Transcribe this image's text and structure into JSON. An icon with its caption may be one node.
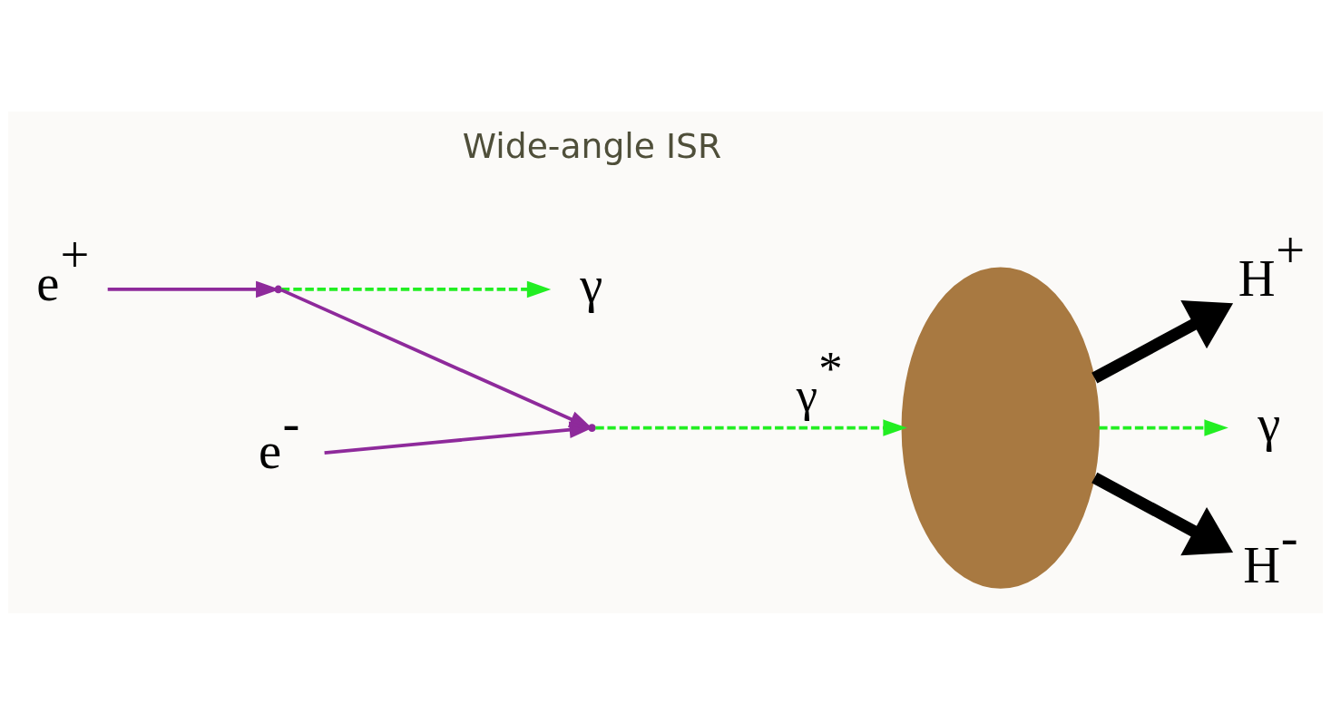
{
  "diagram": {
    "nodes": [
      {
        "text": [
          "e$^{+}$"
        ]
      },
      {
        "text": [],
        "shape": "point"
      },
      {
        "text": [
          "γ"
        ]
      },
      {
        "text": [
          "e$^{-}$"
        ]
      },
      {
        "text": [],
        "shape": "point"
      },
      {
        "text": [],
        "shape": "ellipse"
      },
      {
        "text": [
          "H$^{+}$"
        ]
      },
      {
        "text": [
          "γ"
        ]
      },
      {
        "text": [
          "H$^{-}$"
        ]
      }
    ],
    "edges": [
      {
        "from": 0,
        "to": 1,
        "arrow": "to",
        "color": "#8e2a9b"
      },
      {
        "from": 1,
        "to": 2,
        "arrow": "to",
        "style": "dashed",
        "color": "#22ee22"
      },
      {
        "from": 1,
        "to": 4,
        "arrow": "to",
        "color": "#8e2a9b"
      },
      {
        "from": 3,
        "to": 4,
        "arrow": "to",
        "color": "#8e2a9b"
      },
      {
        "from": 4,
        "to": 5,
        "arrow": "to",
        "style": "dashed",
        "color": "#22ee22",
        "label": "γ$^{*}$"
      },
      {
        "from": 5,
        "to": 6,
        "arrow": "to",
        "style": "thick",
        "color": "#000000"
      },
      {
        "from": 5,
        "to": 7,
        "arrow": "to",
        "style": "dashed",
        "color": "#22ee22"
      },
      {
        "from": 5,
        "to": 8,
        "arrow": "to",
        "style": "thick",
        "color": "#000000"
      }
    ],
    "labels": [
      "Wide-angle ISR"
    ]
  }
}
